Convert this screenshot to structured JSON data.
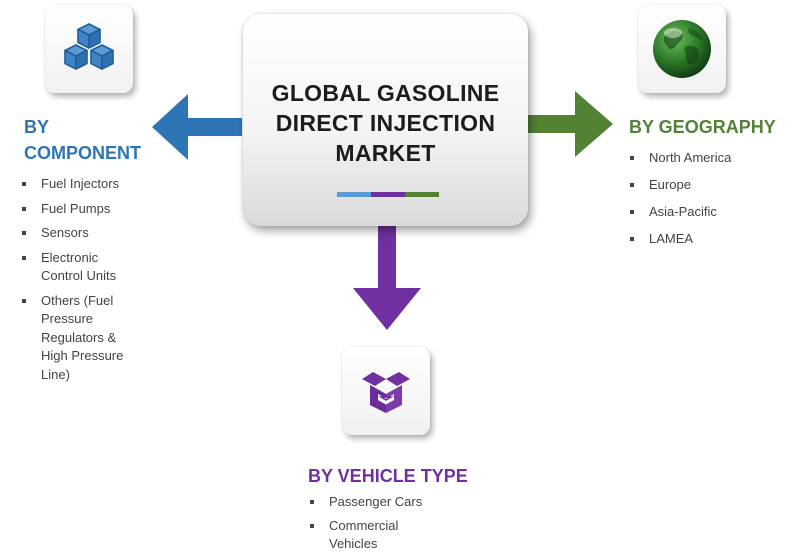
{
  "center": {
    "title_lines": [
      "GLOBAL GASOLINE",
      "DIRECT INJECTION",
      "MARKET"
    ]
  },
  "colors": {
    "component": "#2e75b6",
    "geography": "#548235",
    "vehicle": "#7030a0",
    "bar_blue": "#5b9bd5",
    "bar_purple": "#7030a0",
    "bar_green": "#548235"
  },
  "component": {
    "heading_lines": [
      "BY",
      "COMPONENT"
    ],
    "icon": "cubes-icon",
    "items": [
      [
        "Fuel Injectors"
      ],
      [
        "Fuel Pumps"
      ],
      [
        "Sensors"
      ],
      [
        "Electronic",
        "Control Units"
      ],
      [
        "Others (Fuel",
        "Pressure",
        "Regulators &",
        "High Pressure",
        "Line)"
      ]
    ]
  },
  "geography": {
    "heading": "BY GEOGRAPHY",
    "icon": "globe-icon",
    "items": [
      [
        "North America"
      ],
      [
        "Europe"
      ],
      [
        "Asia-Pacific"
      ],
      [
        "LAMEA"
      ]
    ]
  },
  "vehicle": {
    "heading": "BY VEHICLE TYPE",
    "icon": "package-icon",
    "items": [
      [
        "Passenger Cars"
      ],
      [
        "Commercial",
        "Vehicles"
      ]
    ]
  }
}
